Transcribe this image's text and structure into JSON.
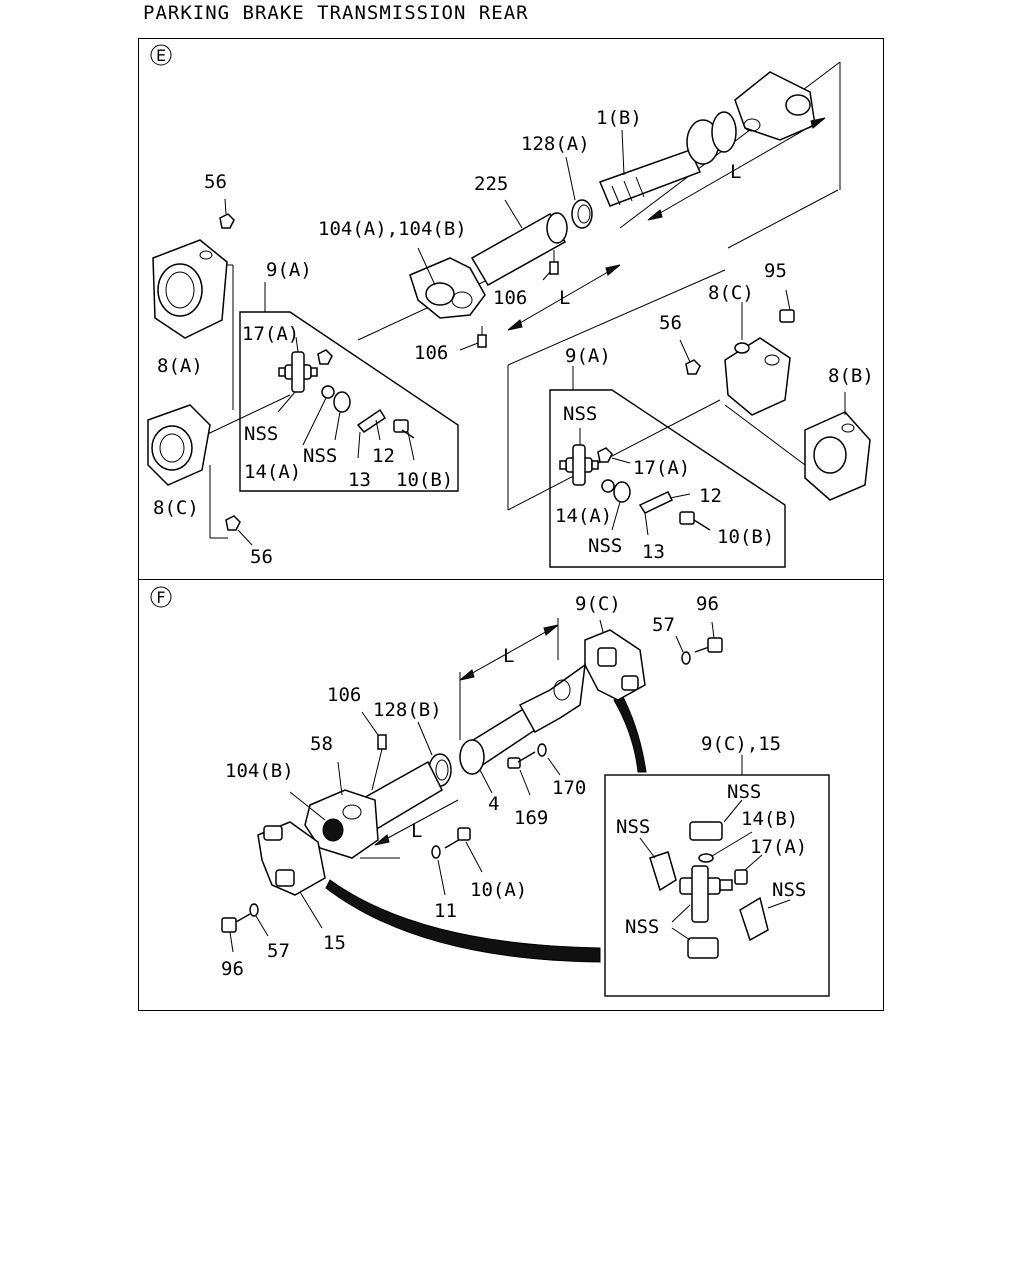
{
  "title": "PARKING BRAKE TRANSMISSION REAR",
  "sections": {
    "E": {
      "marker": "E",
      "callouts": [
        {
          "id": "e-56-top",
          "text": "56"
        },
        {
          "id": "e-8a",
          "text": "8(A)"
        },
        {
          "id": "e-9a-left",
          "text": "9(A)"
        },
        {
          "id": "e-17a-left",
          "text": "17(A)"
        },
        {
          "id": "e-nss-left-1",
          "text": "NSS"
        },
        {
          "id": "e-nss-left-2",
          "text": "NSS"
        },
        {
          "id": "e-14a-left",
          "text": "14(A)"
        },
        {
          "id": "e-13-left",
          "text": "13"
        },
        {
          "id": "e-12-left",
          "text": "12"
        },
        {
          "id": "e-10b-left",
          "text": "10(B)"
        },
        {
          "id": "e-8c-left",
          "text": "8(C)"
        },
        {
          "id": "e-56-bottom",
          "text": "56"
        },
        {
          "id": "e-104",
          "text": "104(A),104(B)"
        },
        {
          "id": "e-225",
          "text": "225"
        },
        {
          "id": "e-128a",
          "text": "128(A)"
        },
        {
          "id": "e-1b",
          "text": "1(B)"
        },
        {
          "id": "e-L-top",
          "text": "L"
        },
        {
          "id": "e-106-a",
          "text": "106"
        },
        {
          "id": "e-L-mid",
          "text": "L"
        },
        {
          "id": "e-106-b",
          "text": "106"
        },
        {
          "id": "e-9a-right",
          "text": "9(A)"
        },
        {
          "id": "e-56-right",
          "text": "56"
        },
        {
          "id": "e-8c-right",
          "text": "8(C)"
        },
        {
          "id": "e-95",
          "text": "95"
        },
        {
          "id": "e-8b",
          "text": "8(B)"
        },
        {
          "id": "e-nss-right-1",
          "text": "NSS"
        },
        {
          "id": "e-17a-right",
          "text": "17(A)"
        },
        {
          "id": "e-14a-right",
          "text": "14(A)"
        },
        {
          "id": "e-12-right",
          "text": "12"
        },
        {
          "id": "e-nss-right-2",
          "text": "NSS"
        },
        {
          "id": "e-13-right",
          "text": "13"
        },
        {
          "id": "e-10b-right",
          "text": "10(B)"
        }
      ]
    },
    "F": {
      "marker": "F",
      "callouts": [
        {
          "id": "f-9c",
          "text": "9(C)"
        },
        {
          "id": "f-57-top",
          "text": "57"
        },
        {
          "id": "f-96-top",
          "text": "96"
        },
        {
          "id": "f-L-top",
          "text": "L"
        },
        {
          "id": "f-106",
          "text": "106"
        },
        {
          "id": "f-128b",
          "text": "128(B)"
        },
        {
          "id": "f-58",
          "text": "58"
        },
        {
          "id": "f-104b",
          "text": "104(B)"
        },
        {
          "id": "f-4",
          "text": "4"
        },
        {
          "id": "f-169",
          "text": "169"
        },
        {
          "id": "f-170",
          "text": "170"
        },
        {
          "id": "f-L-bottom",
          "text": "L"
        },
        {
          "id": "f-11",
          "text": "11"
        },
        {
          "id": "f-10a",
          "text": "10(A)"
        },
        {
          "id": "f-15",
          "text": "15"
        },
        {
          "id": "f-57-bottom",
          "text": "57"
        },
        {
          "id": "f-96-bottom",
          "text": "96"
        },
        {
          "id": "f-9c15",
          "text": "9(C),15"
        },
        {
          "id": "f-nss-1",
          "text": "NSS"
        },
        {
          "id": "f-nss-2",
          "text": "NSS"
        },
        {
          "id": "f-14b",
          "text": "14(B)"
        },
        {
          "id": "f-17a",
          "text": "17(A)"
        },
        {
          "id": "f-nss-3",
          "text": "NSS"
        },
        {
          "id": "f-nss-4",
          "text": "NSS"
        }
      ]
    }
  }
}
